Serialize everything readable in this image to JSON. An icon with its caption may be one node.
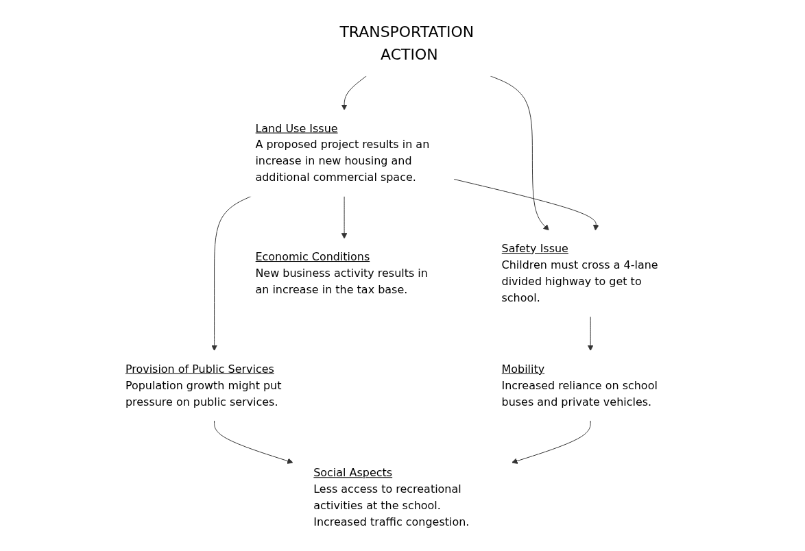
{
  "diagram": {
    "nodes": [
      {
        "text": [
          "TRANSPORTATION ACTION"
        ]
      },
      {
        "text": [
          "Land Use Issue",
          "A proposed project results in an increase in new housing and additional commercial space."
        ]
      },
      {
        "text": [
          "Safety Issue",
          "Children must cross a 4-lane divided highway to get to school."
        ]
      },
      {
        "text": [
          "Economic Conditions",
          "New business activity results in an increase in the tax base."
        ]
      },
      {
        "text": [
          "Provision of Public Services",
          "Population growth might put pressure on public services."
        ]
      },
      {
        "text": [
          "Mobility",
          "Increased reliance on school buses and private vehicles."
        ]
      },
      {
        "text": [
          "Social Aspects",
          "Less access to recreational activities at the school.",
          "Increased traffic congestion."
        ]
      }
    ],
    "edges": [
      {
        "from": 0,
        "to": 1,
        "arrow": "to"
      },
      {
        "from": 0,
        "to": 2,
        "arrow": "to"
      },
      {
        "from": 1,
        "to": 2,
        "arrow": "to"
      },
      {
        "from": 1,
        "to": 3,
        "arrow": "to"
      },
      {
        "from": 1,
        "to": 4,
        "arrow": "to"
      },
      {
        "from": 2,
        "to": 5,
        "arrow": "to"
      },
      {
        "from": 4,
        "to": 6,
        "arrow": "to"
      },
      {
        "from": 5,
        "to": 6,
        "arrow": "to"
      }
    ]
  }
}
